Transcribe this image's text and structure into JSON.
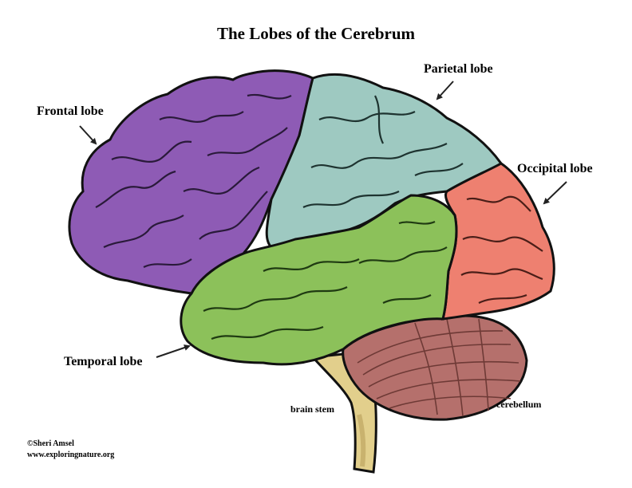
{
  "title": "The Lobes of the Cerebrum",
  "labels": {
    "frontal": "Frontal lobe",
    "parietal": "Parietal lobe",
    "occipital": "Occipital lobe",
    "temporal": "Temporal lobe",
    "brain_stem": "brain stem",
    "cerebellum": "cerebellum"
  },
  "credit": {
    "author": "©Sheri Amsel",
    "site": "www.exploringnature.org"
  },
  "colors": {
    "frontal": "#8e5bb5",
    "parietal": "#9ec9c1",
    "occipital": "#ee8070",
    "temporal": "#8cc15a",
    "cerebellum": "#b5706c",
    "brain_stem": "#e2cf8c"
  }
}
